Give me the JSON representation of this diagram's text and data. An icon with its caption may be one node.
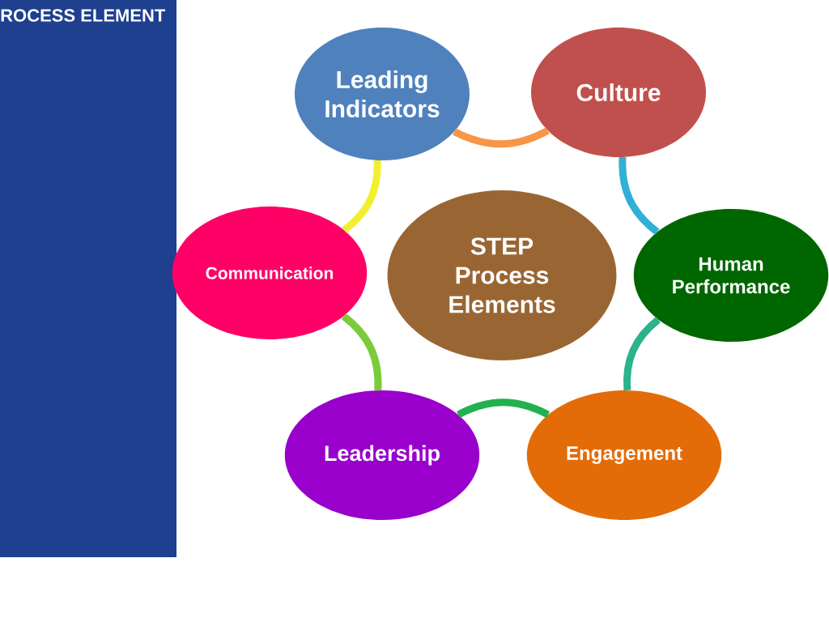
{
  "diagram": {
    "title": "ROCESS ELEMENT",
    "nodes": [
      {
        "text": [
          "Leading Indicators"
        ]
      },
      {
        "text": [
          "Culture"
        ]
      },
      {
        "text": [
          "Communication"
        ]
      },
      {
        "text": [
          "STEP",
          "Process Elements"
        ]
      },
      {
        "text": [
          "Human Performance"
        ]
      },
      {
        "text": [
          "Leadership"
        ]
      },
      {
        "text": [
          "Engagement"
        ]
      }
    ],
    "edges": [
      {
        "from": 0,
        "to": 1,
        "arrow": "none",
        "color": "#f79646"
      },
      {
        "from": 1,
        "to": 4,
        "arrow": "none",
        "color": "#31b0d5"
      },
      {
        "from": 4,
        "to": 6,
        "arrow": "none",
        "color": "#2bb38a"
      },
      {
        "from": 6,
        "to": 5,
        "arrow": "none",
        "color": "#22b14c"
      },
      {
        "from": 5,
        "to": 2,
        "arrow": "none",
        "color": "#7acc3a"
      },
      {
        "from": 2,
        "to": 0,
        "arrow": "none",
        "color": "#f0f030"
      }
    ]
  }
}
